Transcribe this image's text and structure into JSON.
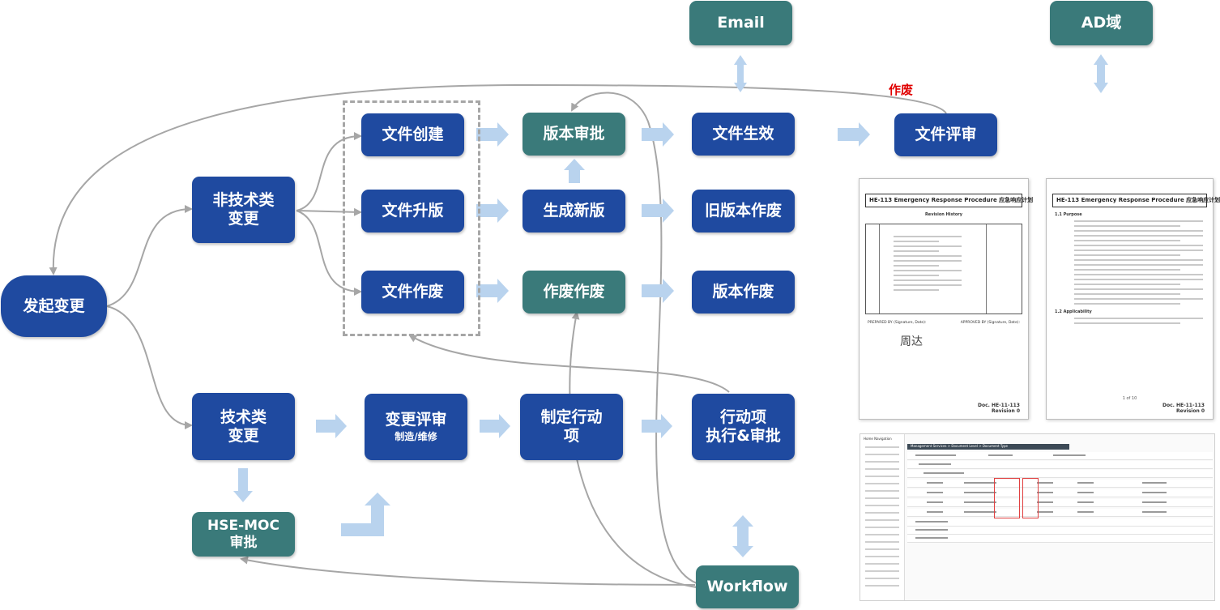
{
  "nodes": {
    "email": "Email",
    "ad_domain": "AD域",
    "non_tech_change": "非技术类\n变更",
    "initiate_change": "发起变更",
    "file_create": "文件创建",
    "file_upgrade": "文件升版",
    "file_void": "文件作废",
    "version_review": "版本审批",
    "new_version": "生成新版",
    "void_void": "作废作废",
    "file_effective": "文件生效",
    "old_version_void": "旧版本作废",
    "version_void": "版本作废",
    "file_review": "文件评审",
    "tech_change": "技术类\n变更",
    "change_review": "变更评审",
    "change_review_sub": "制造/维修",
    "action_plan": "制定行动\n项",
    "action_exec": "行动项\n执行&审批",
    "hse_moc": "HSE-MOC\n审批",
    "workflow": "Workflow"
  },
  "labels": {
    "void_label": "作废"
  },
  "doc1": {
    "title": "HE-113 Emergency Response Procedure 应急响应计划",
    "section": "Revision History",
    "footer1": "Doc. HE-11-113",
    "footer2": "Revision 0",
    "prepared": "PREPARED BY (Signature, Date):",
    "approved": "APPROVED BY (Signature, Date):",
    "signature": "周达"
  },
  "doc2": {
    "title": "HE-113 Emergency Response Procedure 应急响应计划",
    "purpose": "1.1 Purpose",
    "applicability": "1.2 Applicability",
    "page": "1 of 10",
    "footer1": "Doc. HE-11-113",
    "footer2": "Revision 0"
  },
  "screenshot": {
    "nav_title": "Home Navigation",
    "breadcrumb": "Management Services > Document Level > Document Type"
  },
  "colors": {
    "node_blue": "#1f4aa0",
    "node_teal": "#3a7a7a",
    "arrow_light_blue": "#b9d3ee",
    "connector_gray": "#a6a6a6",
    "label_red": "#e00000"
  }
}
